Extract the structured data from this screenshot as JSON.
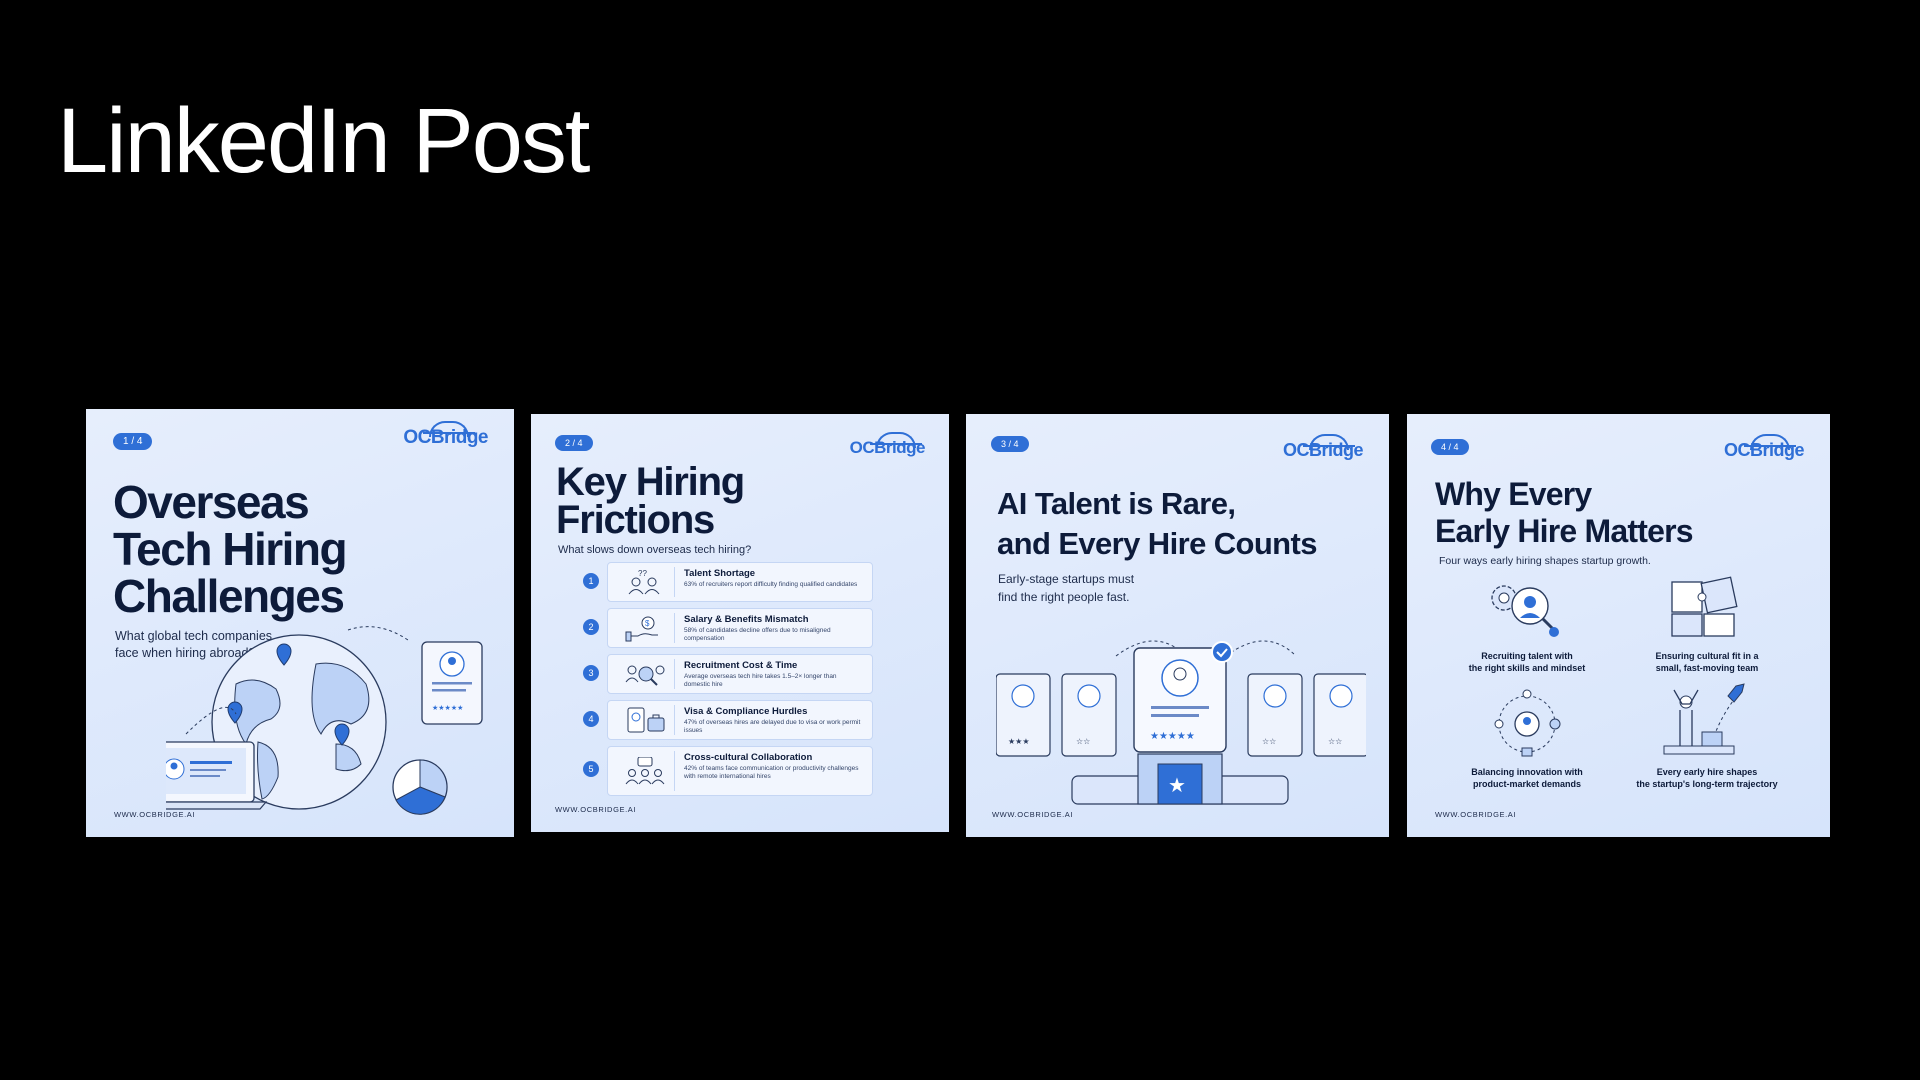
{
  "page": {
    "title": "LinkedIn Post"
  },
  "brand": {
    "logo_text": "OCBridge",
    "website": "WWW.OCBRIDGE.AI",
    "accent": "#2f6fd6",
    "ink": "#0d1b3a"
  },
  "slides": [
    {
      "badge": "1 / 4",
      "title_lines": [
        "Overseas",
        "Tech Hiring",
        "Challenges"
      ],
      "subtitle_lines": [
        "What global tech companies",
        "face when hiring abroad?"
      ]
    },
    {
      "badge": "2 / 4",
      "title_lines": [
        "Key Hiring",
        "Frictions"
      ],
      "subtitle": "What slows down overseas tech hiring?",
      "items": [
        {
          "num": "1",
          "title": "Talent Shortage",
          "desc": "63% of recruiters report difficulty finding qualified candidates",
          "icon": "people-question-icon"
        },
        {
          "num": "2",
          "title": "Salary & Benefits Mismatch",
          "desc": "58% of candidates decline offers due to misaligned compensation",
          "icon": "hand-coin-icon"
        },
        {
          "num": "3",
          "title": "Recruitment Cost & Time",
          "desc": "Average overseas tech hire takes 1.5–2× longer than domestic hire",
          "icon": "search-people-icon"
        },
        {
          "num": "4",
          "title": "Visa & Compliance Hurdles",
          "desc": "47% of overseas hires are delayed due to visa or work permit issues",
          "icon": "passport-icon"
        },
        {
          "num": "5",
          "title": "Cross-cultural Collaboration",
          "desc": "42% of teams face communication or productivity challenges with remote international hires",
          "icon": "team-chat-icon"
        }
      ]
    },
    {
      "badge": "3 / 4",
      "title_lines": [
        "AI Talent is Rare,",
        "and Every Hire Counts"
      ],
      "subtitle_lines": [
        "Early-stage startups must",
        "find the right people fast."
      ]
    },
    {
      "badge": "4 / 4",
      "title_lines": [
        "Why Every",
        "Early Hire Matters"
      ],
      "subtitle": "Four ways early hiring shapes startup growth.",
      "items": [
        {
          "lines": [
            "Recruiting talent with",
            "the right skills and mindset"
          ],
          "icon": "gear-search-icon"
        },
        {
          "lines": [
            "Ensuring cultural fit in a",
            "small, fast-moving team"
          ],
          "icon": "puzzle-icon"
        },
        {
          "lines": [
            "Balancing innovation with",
            "product-market demands"
          ],
          "icon": "orbit-person-icon"
        },
        {
          "lines": [
            "Every early hire shapes",
            "the startup's long-term trajectory"
          ],
          "icon": "rocket-team-icon"
        }
      ]
    }
  ]
}
